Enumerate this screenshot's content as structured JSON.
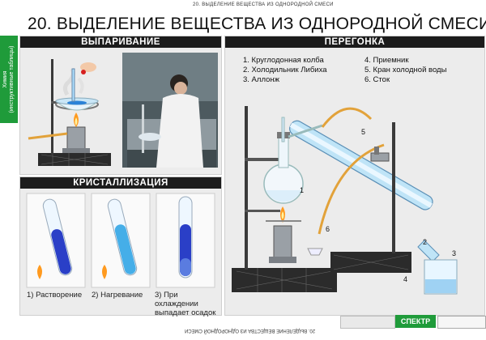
{
  "top_caption": "20. ВЫДЕЛЕНИЕ ВЕЩЕСТВА ИЗ ОДНОРОДНОЙ СМЕСИ",
  "title": "20. ВЫДЕЛЕНИЕ ВЕЩЕСТВА ИЗ ОДНОРОДНОЙ СМЕСИ",
  "sidebar": {
    "line1": "Химия",
    "line2": "(инструктивные таблицы)"
  },
  "sections": {
    "evaporation": "ВЫПАРИВАНИЕ",
    "crystallization": "КРИСТАЛЛИЗАЦИЯ",
    "distillation": "ПЕРЕГОНКА"
  },
  "crystallization_captions": [
    "1) Растворение",
    "2) Нагревание",
    "3) При охлаждении выпадает осадок"
  ],
  "legend": [
    "1. Круглодонная колба",
    "2. Холодильник Либиха",
    "3. Аллонж",
    "4. Приемник",
    "5. Кран холодной воды",
    "6. Сток"
  ],
  "callout_numbers": [
    "1",
    "2",
    "3",
    "4",
    "5",
    "6"
  ],
  "bottom_caption": "20. ВЫДЕЛЕНИЕ ВЕЩЕСТВА ИЗ ОДНОРОДНОЙ СМЕСИ",
  "logo": "СПЕКТР",
  "colors": {
    "sidebar": "#1f9b3a",
    "panel_head": "#1c1c1c",
    "liquid_blue": "#2a5bd7",
    "liquid_light": "#4ab3ea",
    "flame": "#ff9a1f",
    "tube_orange": "#e2a23a",
    "callout_red": "#d62020"
  }
}
